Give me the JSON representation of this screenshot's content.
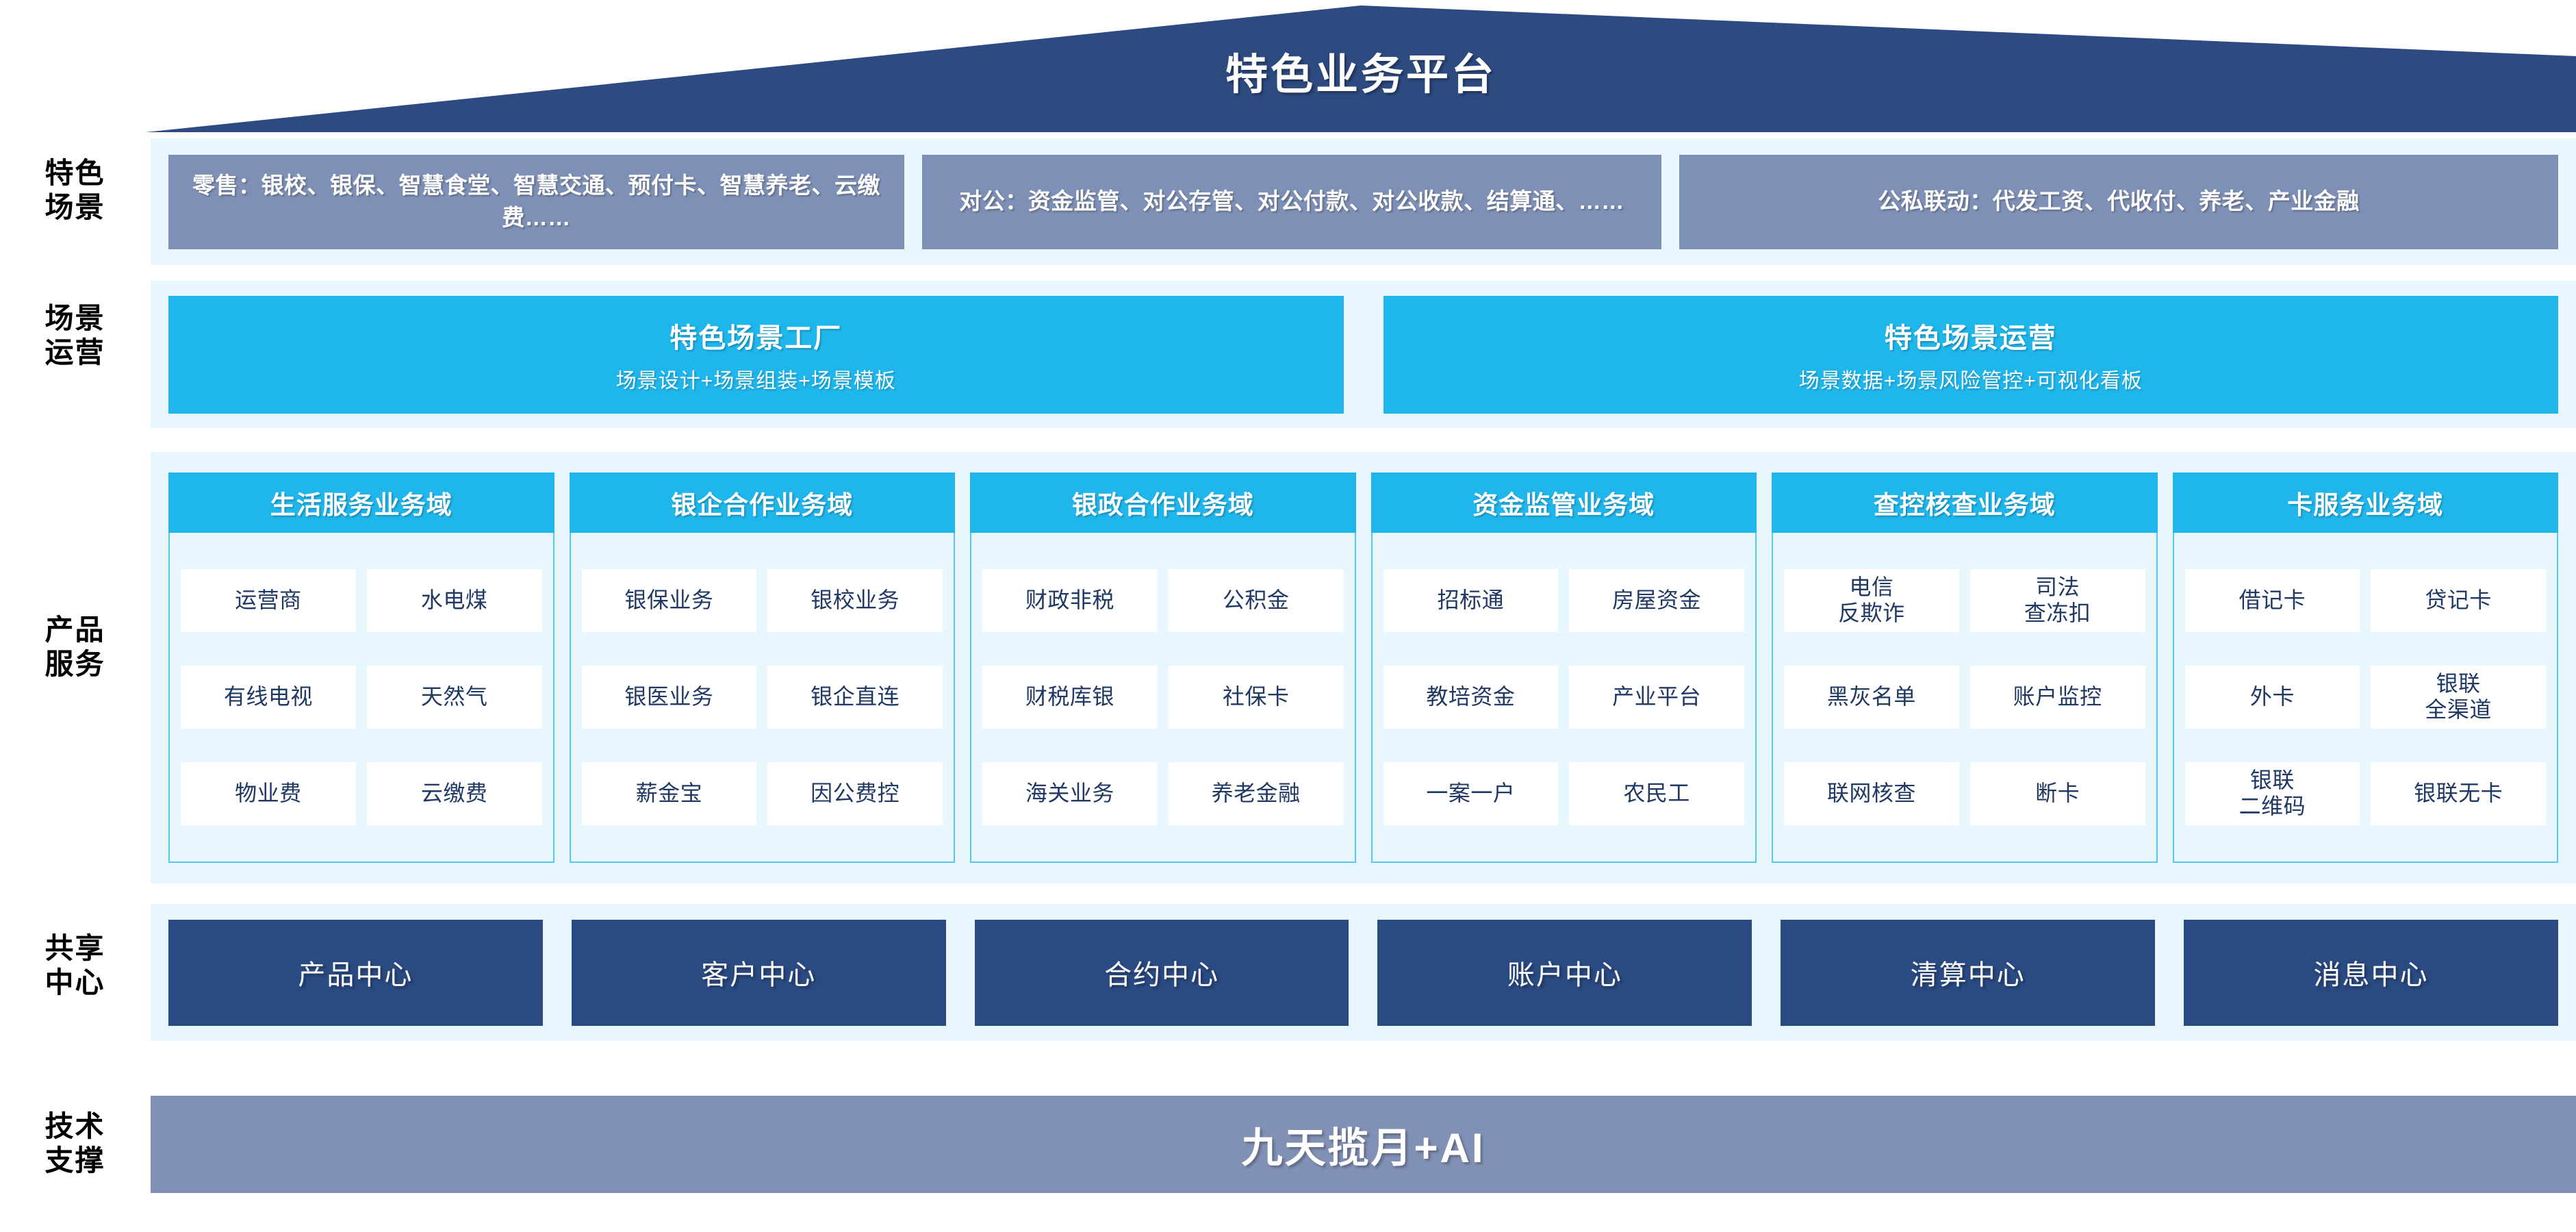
{
  "banner": {
    "title": "特色业务平台"
  },
  "row_labels": {
    "scene": "特色\n场景",
    "operation": "场景\n运营",
    "product": "产品\n服务",
    "shared": "共享\n中心",
    "tech": "技术\n支撑"
  },
  "scene_row": {
    "boxes": [
      {
        "text": "零售：银校、银保、智慧食堂、智慧交通、预付卡、智慧养老、云缴费……"
      },
      {
        "text": "对公：资金监管、对公存管、对公付款、对公收款、结算通、……"
      },
      {
        "text": "公私联动：代发工资、代收付、养老、产业金融"
      }
    ]
  },
  "operation_row": {
    "boxes": [
      {
        "title": "特色场景工厂",
        "subtitle": "场景设计+场景组装+场景模板"
      },
      {
        "title": "特色场景运营",
        "subtitle": "场景数据+场景风险管控+可视化看板"
      }
    ]
  },
  "product_row": {
    "columns": [
      {
        "header": "生活服务业务域",
        "tiles": [
          [
            "运营商",
            "水电煤"
          ],
          [
            "有线电视",
            "天然气"
          ],
          [
            "物业费",
            "云缴费"
          ]
        ]
      },
      {
        "header": "银企合作业务域",
        "tiles": [
          [
            "银保业务",
            "银校业务"
          ],
          [
            "银医业务",
            "银企直连"
          ],
          [
            "薪金宝",
            "因公费控"
          ]
        ]
      },
      {
        "header": "银政合作业务域",
        "tiles": [
          [
            "财政非税",
            "公积金"
          ],
          [
            "财税库银",
            "社保卡"
          ],
          [
            "海关业务",
            "养老金融"
          ]
        ]
      },
      {
        "header": "资金监管业务域",
        "tiles": [
          [
            "招标通",
            "房屋资金"
          ],
          [
            "教培资金",
            "产业平台"
          ],
          [
            "一案一户",
            "农民工"
          ]
        ]
      },
      {
        "header": "查控核查业务域",
        "tiles": [
          [
            "电信\n反欺诈",
            "司法\n查冻扣"
          ],
          [
            "黑灰名单",
            "账户监控"
          ],
          [
            "联网核查",
            "断卡"
          ]
        ]
      },
      {
        "header": "卡服务业务域",
        "tiles": [
          [
            "借记卡",
            "贷记卡"
          ],
          [
            "外卡",
            "银联\n全渠道"
          ],
          [
            "银联\n二维码",
            "银联无卡"
          ]
        ]
      }
    ]
  },
  "shared_row": {
    "boxes": [
      "产品中心",
      "客户中心",
      "合约中心",
      "账户中心",
      "清算中心",
      "消息中心"
    ]
  },
  "tech_row": {
    "title": "九天揽月+AI"
  },
  "colors": {
    "banner_navy": "#2E4B81",
    "panel_bg": "#E8F7FD",
    "scene_box": "#7E90B5",
    "accent_cyan": "#1FB6EC",
    "tile_text": "#1F3864",
    "shared_navy": "#2A4A82",
    "tech_slate": "#8190B5"
  }
}
